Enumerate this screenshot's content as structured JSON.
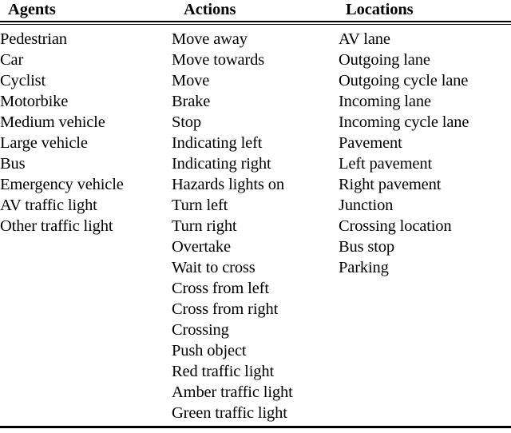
{
  "table": {
    "columns": [
      {
        "header": "Agents",
        "items": [
          "Pedestrian",
          "Car",
          "Cyclist",
          "Motorbike",
          "Medium vehicle",
          "Large vehicle",
          "Bus",
          "Emergency vehicle",
          "AV traffic light",
          "Other traffic light"
        ]
      },
      {
        "header": "Actions",
        "items": [
          "Move away",
          "Move towards",
          "Move",
          "Brake",
          "Stop",
          "Indicating left",
          "Indicating right",
          "Hazards lights on",
          "Turn left",
          "Turn right",
          "Overtake",
          "Wait to cross",
          "Cross from left",
          "Cross from right",
          "Crossing",
          "Push object",
          "Red traffic light",
          "Amber traffic light",
          "Green traffic light"
        ]
      },
      {
        "header": "Locations",
        "items": [
          "AV lane",
          "Outgoing lane",
          "Outgoing cycle lane",
          "Incoming lane",
          "Incoming cycle lane",
          "Pavement",
          "Left pavement",
          "Right pavement",
          "Junction",
          "Crossing location",
          "Bus stop",
          "Parking"
        ]
      }
    ]
  },
  "colors": {
    "text": "#000000",
    "background": "#ffffff",
    "rule": "#000000"
  }
}
